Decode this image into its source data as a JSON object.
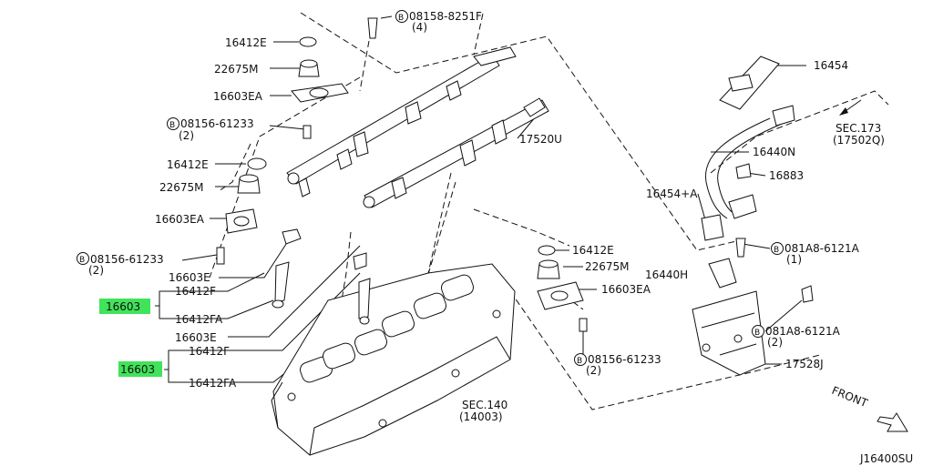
{
  "colors": {
    "highlight": "#41e35a",
    "line": "#111111",
    "background": "#ffffff"
  },
  "labels": {
    "p16412e_a": "16412E",
    "p22675m_a": "22675M",
    "p16603ea_a": "16603EA",
    "bolt_a": "08156-61233",
    "bolt_a_qty": "(2)",
    "p16412e_b": "16412E",
    "p22675m_b": "22675M",
    "p16603ea_b": "16603EA",
    "bolt_b": "08156-61233",
    "bolt_b_qty": "(2)",
    "p16603e_a": "16603E",
    "inj_a": "16603",
    "p16412f_a": "16412F",
    "p16412fa_a": "16412FA",
    "p16603e_b": "16603E",
    "p16412f_b": "16412F",
    "inj_b": "16603",
    "p16412fa_b": "16412FA",
    "bolt_top": "08158-8251F",
    "bolt_top_qty": "(4)",
    "p17520u": "17520U",
    "p16412e_c": "16412E",
    "p22675m_c": "22675M",
    "p16603ea_c": "16603EA",
    "bolt_c": "08156-61233",
    "bolt_c_qty": "(2)",
    "sec140": "SEC.140",
    "sec140_ref": "(14003)",
    "p16454": "16454",
    "sec173": "SEC.173",
    "sec173_ref": "(17502Q)",
    "p16440n": "16440N",
    "p16883": "16883",
    "p16454a": "16454+A",
    "bolt_r1": "081A8-6121A",
    "bolt_r1_qty": "(1)",
    "p16440h": "16440H",
    "bolt_r2": "081A8-6121A",
    "bolt_r2_qty": "(2)",
    "p17528j": "17528J",
    "front": "FRONT",
    "bolt_symbol": "B",
    "diagram_id": "J16400SU"
  }
}
